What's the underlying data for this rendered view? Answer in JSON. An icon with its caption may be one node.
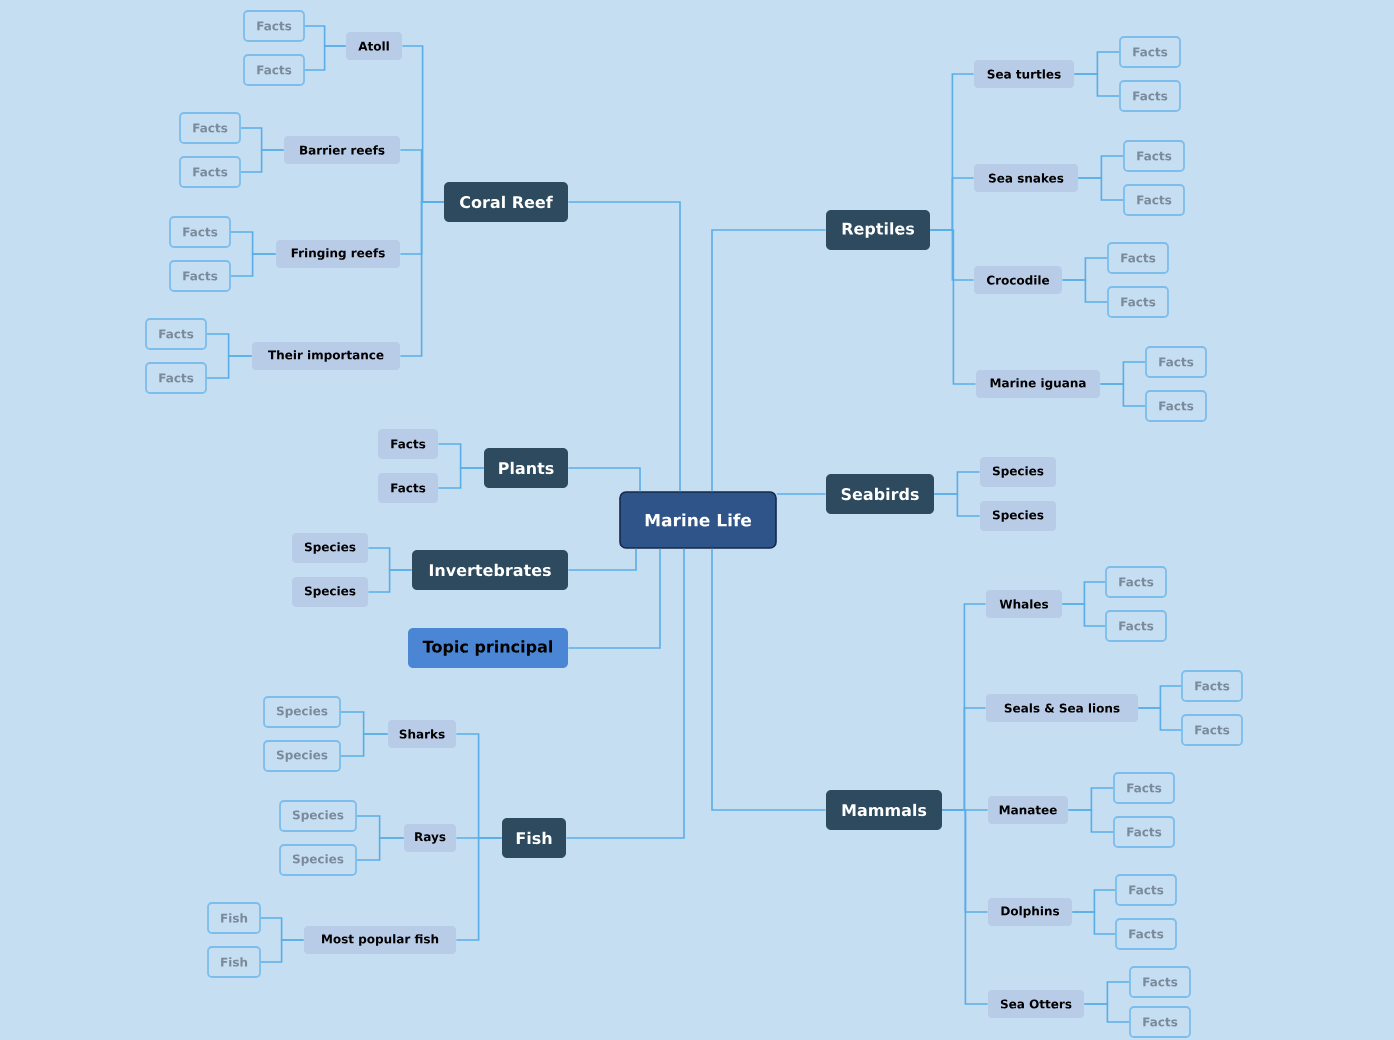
{
  "diagram": {
    "nodes": [
      {
        "text": [
          "Marine Life"
        ]
      },
      {
        "text": [
          "Coral Reef"
        ]
      },
      {
        "text": [
          "Atoll"
        ]
      },
      {
        "text": [
          "Facts"
        ]
      },
      {
        "text": [
          "Facts"
        ]
      },
      {
        "text": [
          "Barrier reefs"
        ]
      },
      {
        "text": [
          "Facts"
        ]
      },
      {
        "text": [
          "Facts"
        ]
      },
      {
        "text": [
          "Fringing reefs"
        ]
      },
      {
        "text": [
          "Facts"
        ]
      },
      {
        "text": [
          "Facts"
        ]
      },
      {
        "text": [
          "Their importance"
        ]
      },
      {
        "text": [
          "Facts"
        ]
      },
      {
        "text": [
          "Facts"
        ]
      },
      {
        "text": [
          "Plants"
        ]
      },
      {
        "text": [
          "Facts"
        ]
      },
      {
        "text": [
          "Facts"
        ]
      },
      {
        "text": [
          "Invertebrates"
        ]
      },
      {
        "text": [
          "Species"
        ]
      },
      {
        "text": [
          "Species"
        ]
      },
      {
        "text": [
          "Topic principal"
        ]
      },
      {
        "text": [
          "Fish"
        ]
      },
      {
        "text": [
          "Sharks"
        ]
      },
      {
        "text": [
          "Species"
        ]
      },
      {
        "text": [
          "Species"
        ]
      },
      {
        "text": [
          "Rays"
        ]
      },
      {
        "text": [
          "Species"
        ]
      },
      {
        "text": [
          "Species"
        ]
      },
      {
        "text": [
          "Most popular fish"
        ]
      },
      {
        "text": [
          "Fish"
        ]
      },
      {
        "text": [
          "Fish"
        ]
      },
      {
        "text": [
          "Reptiles"
        ]
      },
      {
        "text": [
          "Sea turtles"
        ]
      },
      {
        "text": [
          "Facts"
        ]
      },
      {
        "text": [
          "Facts"
        ]
      },
      {
        "text": [
          "Sea snakes"
        ]
      },
      {
        "text": [
          "Facts"
        ]
      },
      {
        "text": [
          "Facts"
        ]
      },
      {
        "text": [
          "Crocodile"
        ]
      },
      {
        "text": [
          "Facts"
        ]
      },
      {
        "text": [
          "Facts"
        ]
      },
      {
        "text": [
          "Marine iguana"
        ]
      },
      {
        "text": [
          "Facts"
        ]
      },
      {
        "text": [
          "Facts"
        ]
      },
      {
        "text": [
          "Seabirds"
        ]
      },
      {
        "text": [
          "Species"
        ]
      },
      {
        "text": [
          "Species"
        ]
      },
      {
        "text": [
          "Mammals"
        ]
      },
      {
        "text": [
          "Whales"
        ]
      },
      {
        "text": [
          "Facts"
        ]
      },
      {
        "text": [
          "Facts"
        ]
      },
      {
        "text": [
          "Seals & Sea lions"
        ]
      },
      {
        "text": [
          "Facts"
        ]
      },
      {
        "text": [
          "Facts"
        ]
      },
      {
        "text": [
          "Manatee"
        ]
      },
      {
        "text": [
          "Facts"
        ]
      },
      {
        "text": [
          "Facts"
        ]
      },
      {
        "text": [
          "Dolphins"
        ]
      },
      {
        "text": [
          "Facts"
        ]
      },
      {
        "text": [
          "Facts"
        ]
      },
      {
        "text": [
          "Sea Otters"
        ]
      },
      {
        "text": [
          "Facts"
        ]
      },
      {
        "text": [
          "Facts"
        ]
      }
    ],
    "edges": [
      {
        "from": 0,
        "to": 1,
        "arrow": "none"
      },
      {
        "from": 1,
        "to": 2,
        "arrow": "none"
      },
      {
        "from": 2,
        "to": 3,
        "arrow": "none"
      },
      {
        "from": 2,
        "to": 4,
        "arrow": "none"
      },
      {
        "from": 1,
        "to": 5,
        "arrow": "none"
      },
      {
        "from": 5,
        "to": 6,
        "arrow": "none"
      },
      {
        "from": 5,
        "to": 7,
        "arrow": "none"
      },
      {
        "from": 1,
        "to": 8,
        "arrow": "none"
      },
      {
        "from": 8,
        "to": 9,
        "arrow": "none"
      },
      {
        "from": 8,
        "to": 10,
        "arrow": "none"
      },
      {
        "from": 1,
        "to": 11,
        "arrow": "none"
      },
      {
        "from": 11,
        "to": 12,
        "arrow": "none"
      },
      {
        "from": 11,
        "to": 13,
        "arrow": "none"
      },
      {
        "from": 0,
        "to": 14,
        "arrow": "none"
      },
      {
        "from": 14,
        "to": 15,
        "arrow": "none"
      },
      {
        "from": 14,
        "to": 16,
        "arrow": "none"
      },
      {
        "from": 0,
        "to": 17,
        "arrow": "none"
      },
      {
        "from": 17,
        "to": 18,
        "arrow": "none"
      },
      {
        "from": 17,
        "to": 19,
        "arrow": "none"
      },
      {
        "from": 0,
        "to": 20,
        "arrow": "none"
      },
      {
        "from": 0,
        "to": 21,
        "arrow": "none"
      },
      {
        "from": 21,
        "to": 22,
        "arrow": "none"
      },
      {
        "from": 22,
        "to": 23,
        "arrow": "none"
      },
      {
        "from": 22,
        "to": 24,
        "arrow": "none"
      },
      {
        "from": 21,
        "to": 25,
        "arrow": "none"
      },
      {
        "from": 25,
        "to": 26,
        "arrow": "none"
      },
      {
        "from": 25,
        "to": 27,
        "arrow": "none"
      },
      {
        "from": 21,
        "to": 28,
        "arrow": "none"
      },
      {
        "from": 28,
        "to": 29,
        "arrow": "none"
      },
      {
        "from": 28,
        "to": 30,
        "arrow": "none"
      },
      {
        "from": 0,
        "to": 31,
        "arrow": "none"
      },
      {
        "from": 31,
        "to": 32,
        "arrow": "none"
      },
      {
        "from": 32,
        "to": 33,
        "arrow": "none"
      },
      {
        "from": 32,
        "to": 34,
        "arrow": "none"
      },
      {
        "from": 31,
        "to": 35,
        "arrow": "none"
      },
      {
        "from": 35,
        "to": 36,
        "arrow": "none"
      },
      {
        "from": 35,
        "to": 37,
        "arrow": "none"
      },
      {
        "from": 31,
        "to": 38,
        "arrow": "none"
      },
      {
        "from": 38,
        "to": 39,
        "arrow": "none"
      },
      {
        "from": 38,
        "to": 40,
        "arrow": "none"
      },
      {
        "from": 31,
        "to": 41,
        "arrow": "none"
      },
      {
        "from": 41,
        "to": 42,
        "arrow": "none"
      },
      {
        "from": 41,
        "to": 43,
        "arrow": "none"
      },
      {
        "from": 0,
        "to": 44,
        "arrow": "none"
      },
      {
        "from": 44,
        "to": 45,
        "arrow": "none"
      },
      {
        "from": 44,
        "to": 46,
        "arrow": "none"
      },
      {
        "from": 0,
        "to": 47,
        "arrow": "none"
      },
      {
        "from": 47,
        "to": 48,
        "arrow": "none"
      },
      {
        "from": 48,
        "to": 49,
        "arrow": "none"
      },
      {
        "from": 48,
        "to": 50,
        "arrow": "none"
      },
      {
        "from": 47,
        "to": 51,
        "arrow": "none"
      },
      {
        "from": 51,
        "to": 52,
        "arrow": "none"
      },
      {
        "from": 51,
        "to": 53,
        "arrow": "none"
      },
      {
        "from": 47,
        "to": 54,
        "arrow": "none"
      },
      {
        "from": 54,
        "to": 55,
        "arrow": "none"
      },
      {
        "from": 54,
        "to": 56,
        "arrow": "none"
      },
      {
        "from": 47,
        "to": 57,
        "arrow": "none"
      },
      {
        "from": 57,
        "to": 58,
        "arrow": "none"
      },
      {
        "from": 57,
        "to": 59,
        "arrow": "none"
      },
      {
        "from": 47,
        "to": 60,
        "arrow": "none"
      },
      {
        "from": 60,
        "to": 61,
        "arrow": "none"
      },
      {
        "from": 60,
        "to": 62,
        "arrow": "none"
      }
    ]
  }
}
